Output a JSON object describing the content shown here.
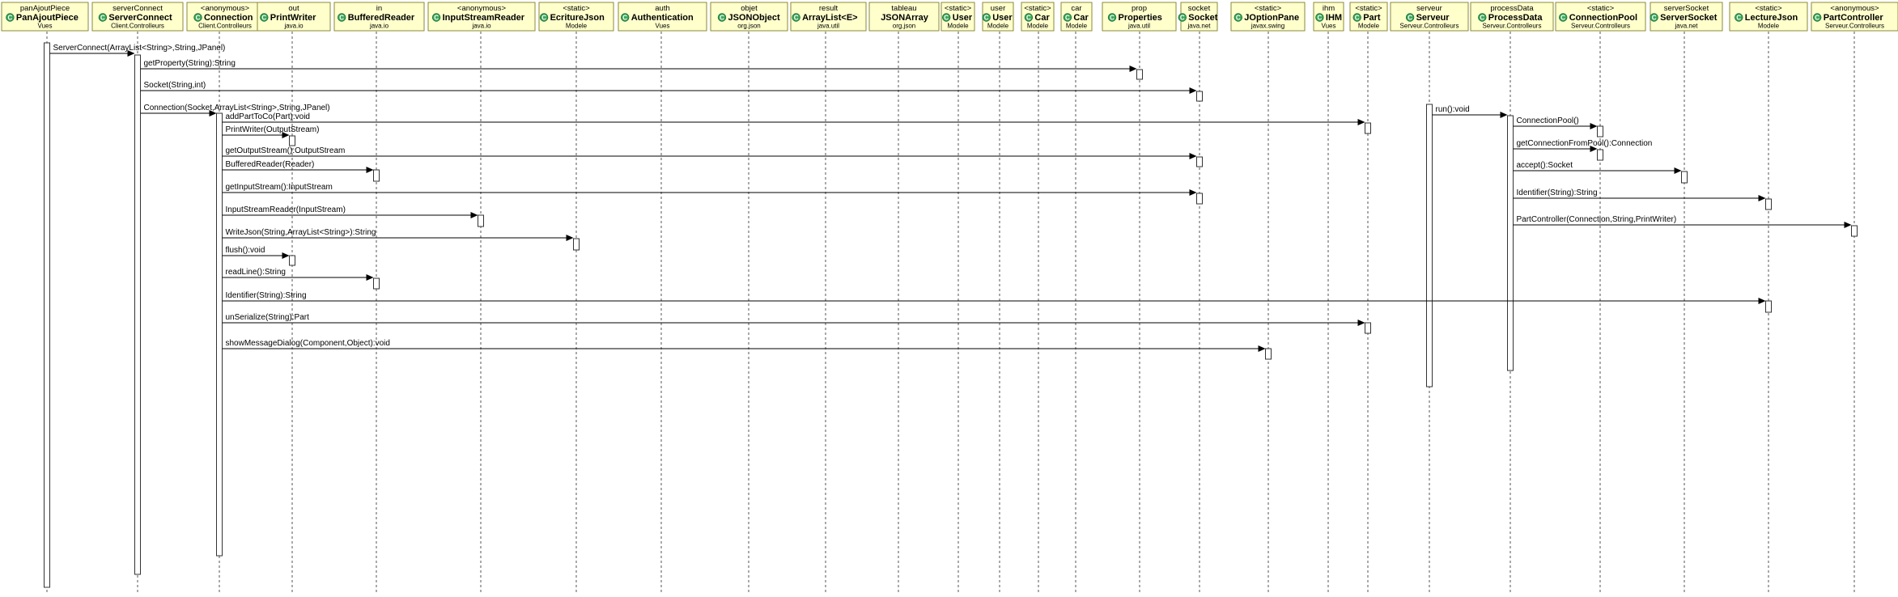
{
  "participants": [
    {
      "role": "panAjoutPiece",
      "name": "PanAjoutPiece",
      "pkg": "Vues"
    },
    {
      "role": "serverConnect",
      "name": "ServerConnect",
      "pkg": "Client.Controlleurs"
    },
    {
      "role": "<anonymous>",
      "name": "Connection",
      "pkg": "Client.Controlleurs"
    },
    {
      "role": "out",
      "name": "PrintWriter",
      "pkg": "java.io"
    },
    {
      "role": "in",
      "name": "BufferedReader",
      "pkg": "java.io"
    },
    {
      "role": "<anonymous>",
      "name": "InputStreamReader",
      "pkg": "java.io"
    },
    {
      "role": "<static>",
      "name": "EcritureJson",
      "pkg": "Modele"
    },
    {
      "role": "auth",
      "name": "Authentication",
      "pkg": "Vues"
    },
    {
      "role": "objet",
      "name": "JSONObject",
      "pkg": "org.json"
    },
    {
      "role": "result",
      "name": "ArrayList<E>",
      "pkg": "java.util"
    },
    {
      "role": "tableau",
      "name": "JSONArray",
      "pkg": "org.json",
      "noicon": true
    },
    {
      "role": "<static>",
      "name": "User",
      "pkg": "Modele"
    },
    {
      "role": "user",
      "name": "User",
      "pkg": "Modele"
    },
    {
      "role": "<static>",
      "name": "Car",
      "pkg": "Modele"
    },
    {
      "role": "car",
      "name": "Car",
      "pkg": "Modele"
    },
    {
      "role": "prop",
      "name": "Properties",
      "pkg": "java.util"
    },
    {
      "role": "socket",
      "name": "Socket",
      "pkg": "java.net"
    },
    {
      "role": "<static>",
      "name": "JOptionPane",
      "pkg": "javax.swing"
    },
    {
      "role": "ihm",
      "name": "IHM",
      "pkg": "Vues"
    },
    {
      "role": "<static>",
      "name": "Part",
      "pkg": "Modele"
    },
    {
      "role": "serveur",
      "name": "Serveur",
      "pkg": "Serveur.Controlleurs"
    },
    {
      "role": "processData",
      "name": "ProcessData",
      "pkg": "Serveur.Controlleurs"
    },
    {
      "role": "<static>",
      "name": "ConnectionPool",
      "pkg": "Serveur.Controlleurs"
    },
    {
      "role": "serverSocket",
      "name": "ServerSocket",
      "pkg": "java.net"
    },
    {
      "role": "<static>",
      "name": "LectureJson",
      "pkg": "Modele"
    },
    {
      "role": "<anonymous>",
      "name": "PartController",
      "pkg": "Serveur.Controlleurs"
    }
  ],
  "messages": [
    {
      "from": 0,
      "to": 1,
      "label": "ServerConnect(ArrayList<String>,String,JPanel)"
    },
    {
      "from": 1,
      "to": 15,
      "label": "getProperty(String):String"
    },
    {
      "from": 1,
      "to": 16,
      "label": "Socket(String,int)"
    },
    {
      "from": 1,
      "to": 2,
      "label": "Connection(Socket,ArrayList<String>,String,JPanel)"
    },
    {
      "from": 2,
      "to": 19,
      "label": "addPartToCo(Part):void"
    },
    {
      "from": 2,
      "to": 3,
      "label": "PrintWriter(OutputStream)"
    },
    {
      "from": 2,
      "to": 16,
      "label": "getOutputStream():OutputStream"
    },
    {
      "from": 2,
      "to": 4,
      "label": "BufferedReader(Reader)"
    },
    {
      "from": 2,
      "to": 16,
      "label": "getInputStream():InputStream"
    },
    {
      "from": 2,
      "to": 5,
      "label": "InputStreamReader(InputStream)"
    },
    {
      "from": 2,
      "to": 6,
      "label": "WriteJson(String,ArrayList<String>):String"
    },
    {
      "from": 2,
      "to": 3,
      "label": "flush():void"
    },
    {
      "from": 2,
      "to": 4,
      "label": "readLine():String"
    },
    {
      "from": 2,
      "to": 24,
      "label": "Identifier(String):String"
    },
    {
      "from": 2,
      "to": 19,
      "label": "unSerialize(String):Part"
    },
    {
      "from": 2,
      "to": 17,
      "label": "showMessageDialog(Component,Object):void"
    },
    {
      "from": 20,
      "to": 21,
      "label": "run():void"
    },
    {
      "from": 21,
      "to": 22,
      "label": "ConnectionPool()"
    },
    {
      "from": 21,
      "to": 22,
      "label": "getConnectionFromPool():Connection"
    },
    {
      "from": 21,
      "to": 23,
      "label": "accept():Socket"
    },
    {
      "from": 21,
      "to": 24,
      "label": "Identifier(String):String"
    },
    {
      "from": 21,
      "to": 25,
      "label": "PartController(Connection,String,PrintWriter)"
    }
  ],
  "colors": {
    "header_fill": "#ffffcc",
    "header_border": "#8a8a3a",
    "class_icon": "#3aa65a",
    "line": "#000000"
  },
  "icons": {
    "class_marker": "class-c-icon"
  }
}
